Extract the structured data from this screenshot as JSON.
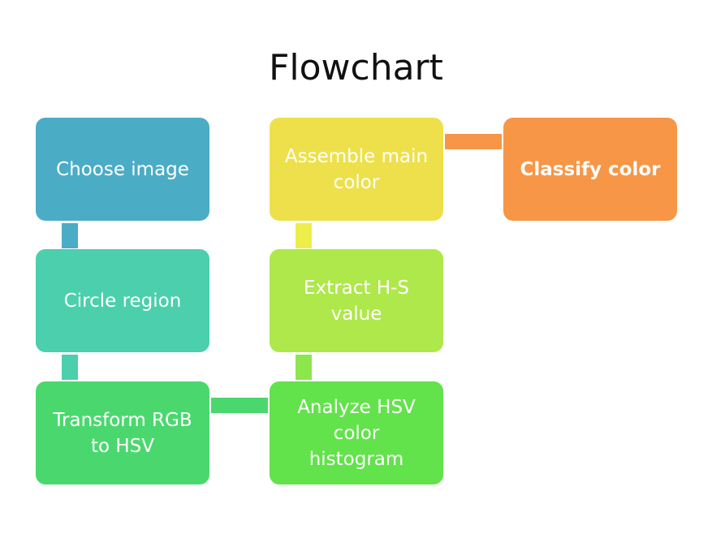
{
  "title": "Flowchart",
  "steps": [
    {
      "id": "choose-image",
      "label": "Choose image",
      "color": "#4BACC6"
    },
    {
      "id": "circle-region",
      "label": "Circle region",
      "color": "#4BCFAD"
    },
    {
      "id": "transform-rgb-hsv",
      "label": "Transform RGB to HSV",
      "color": "#4AD86E"
    },
    {
      "id": "analyze-histogram",
      "label": "Analyze HSV color histogram",
      "color": "#62E24B"
    },
    {
      "id": "extract-hs",
      "label": "Extract H-S value",
      "color": "#AEE84B"
    },
    {
      "id": "assemble-color",
      "label": "Assemble main color",
      "color": "#EEE04B"
    },
    {
      "id": "classify-color",
      "label": "Classify color",
      "color": "#F79646",
      "bold": true
    }
  ],
  "connectors": [
    {
      "from": "choose-image",
      "to": "circle-region",
      "color": "#4BACC6"
    },
    {
      "from": "circle-region",
      "to": "transform-rgb-hsv",
      "color": "#4BCFAD"
    },
    {
      "from": "transform-rgb-hsv",
      "to": "analyze-histogram",
      "color": "#4AD86E"
    },
    {
      "from": "analyze-histogram",
      "to": "extract-hs",
      "color": "#8DE64B"
    },
    {
      "from": "extract-hs",
      "to": "assemble-color",
      "color": "#EEEE4B"
    },
    {
      "from": "assemble-color",
      "to": "classify-color",
      "color": "#F79646"
    }
  ]
}
